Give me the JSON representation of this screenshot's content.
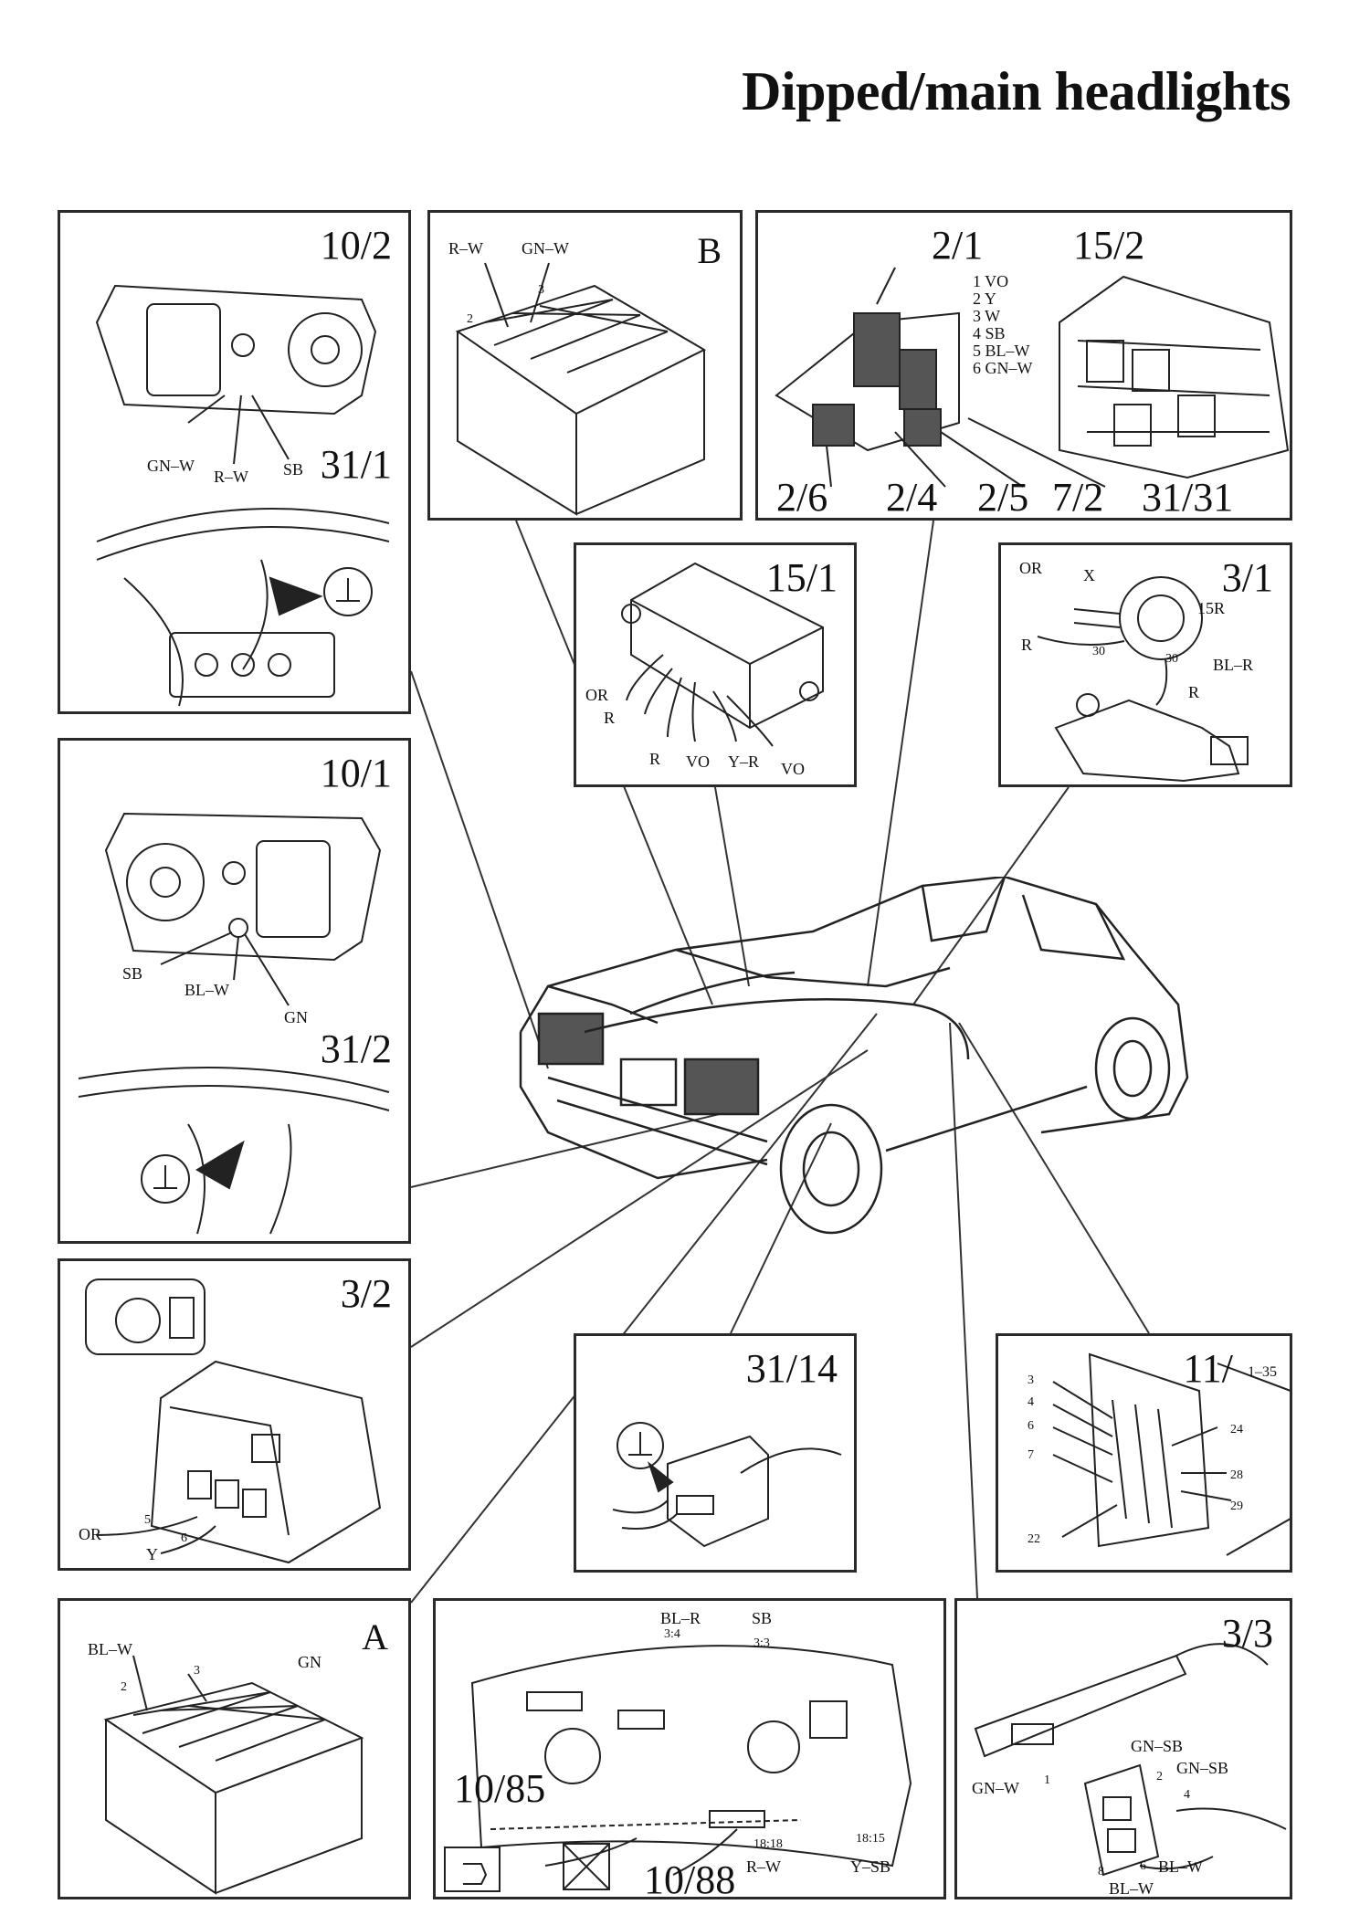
{
  "title": "Dipped/main headlights",
  "panels": {
    "p10_2": {
      "label_top": "10/2",
      "label_bottom": "31/1",
      "wires": [
        "GN–W",
        "R–W",
        "SB"
      ]
    },
    "pB": {
      "label": "B",
      "wires": [
        "R–W",
        "GN–W"
      ],
      "pins": [
        "2",
        "3"
      ]
    },
    "p2_1": {
      "label_a": "2/1",
      "label_b": "15/2",
      "pins": [
        "1 VO",
        "2 Y",
        "3 W",
        "4 SB",
        "5 BL–W",
        "6 GN–W"
      ],
      "bottom_labels": [
        "2/6",
        "2/4",
        "2/5",
        "7/2",
        "31/31"
      ]
    },
    "p15_1": {
      "label": "15/1",
      "wires": [
        "OR",
        "R",
        "R",
        "VO",
        "Y–R",
        "VO"
      ]
    },
    "p3_1": {
      "label": "3/1",
      "wires": [
        "OR",
        "X",
        "15R",
        "R",
        "30",
        "30",
        "BL–R",
        "R"
      ]
    },
    "p10_1": {
      "label_top": "10/1",
      "label_bottom": "31/2",
      "wires": [
        "SB",
        "BL–W",
        "GN"
      ]
    },
    "p3_2": {
      "label": "3/2",
      "wires": [
        "OR",
        "Y"
      ],
      "pins": [
        "5",
        "6"
      ]
    },
    "p31_14": {
      "label": "31/14"
    },
    "p11": {
      "label_main": "11/",
      "label_sub": "1–35",
      "pins_left": [
        "3",
        "4",
        "6",
        "7",
        "22"
      ],
      "pins_right": [
        "24",
        "28",
        "29"
      ]
    },
    "pA": {
      "label": "A",
      "wires": [
        "BL–W",
        "GN"
      ],
      "pins": [
        "2",
        "3"
      ]
    },
    "p10_85": {
      "label_a": "10/85",
      "label_b": "10/88",
      "wires_top": [
        "BL–R",
        "SB"
      ],
      "pins_top": [
        "3:4",
        "3:3"
      ],
      "pins_bottom": [
        "18:18",
        "18:15"
      ],
      "wires_bottom": [
        "R–W",
        "Y–SB"
      ]
    },
    "p3_3": {
      "label": "3/3",
      "wires": [
        "GN–SB",
        "GN–SB",
        "GN–W",
        "BL–W",
        "BL–W"
      ],
      "pins": [
        "1",
        "2",
        "4",
        "6",
        "8"
      ]
    }
  }
}
